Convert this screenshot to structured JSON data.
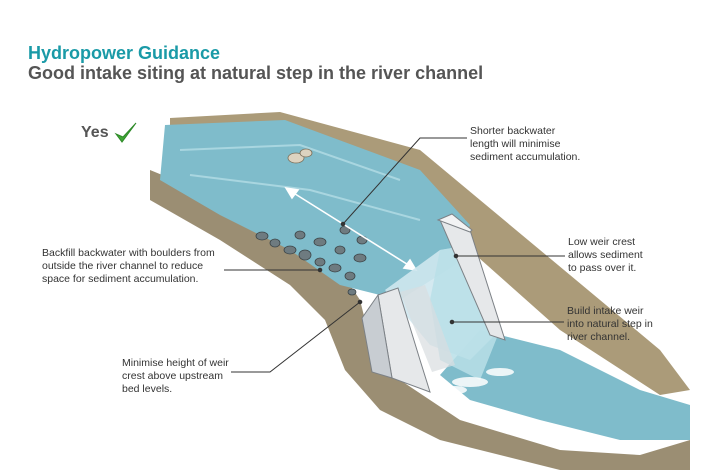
{
  "header": {
    "title": "Hydropower Guidance",
    "subtitle": "Good intake siting at natural step in the river channel"
  },
  "verdict": {
    "label": "Yes",
    "icon": "checkmark-icon",
    "icon_color": "#3fa535"
  },
  "callouts": {
    "backwater": "Shorter backwater\nlength will minimise\nsediment accumulation.",
    "weir_crest": "Low weir crest\nallows sediment\nto pass over it.",
    "backfill": "Backfill backwater with boulders from\noutside the river channel to reduce\nspace for sediment accumulation.",
    "intake": "Build intake weir\ninto natural step in\nriver channel.",
    "height": "Minimise height of weir\ncrest above upstream\nbed levels."
  },
  "colors": {
    "title_accent": "#1a9aa7",
    "subtitle": "#555555",
    "water": "#7fbccb",
    "bank": "#8a7a5a",
    "weir": "#e6e8ea"
  }
}
